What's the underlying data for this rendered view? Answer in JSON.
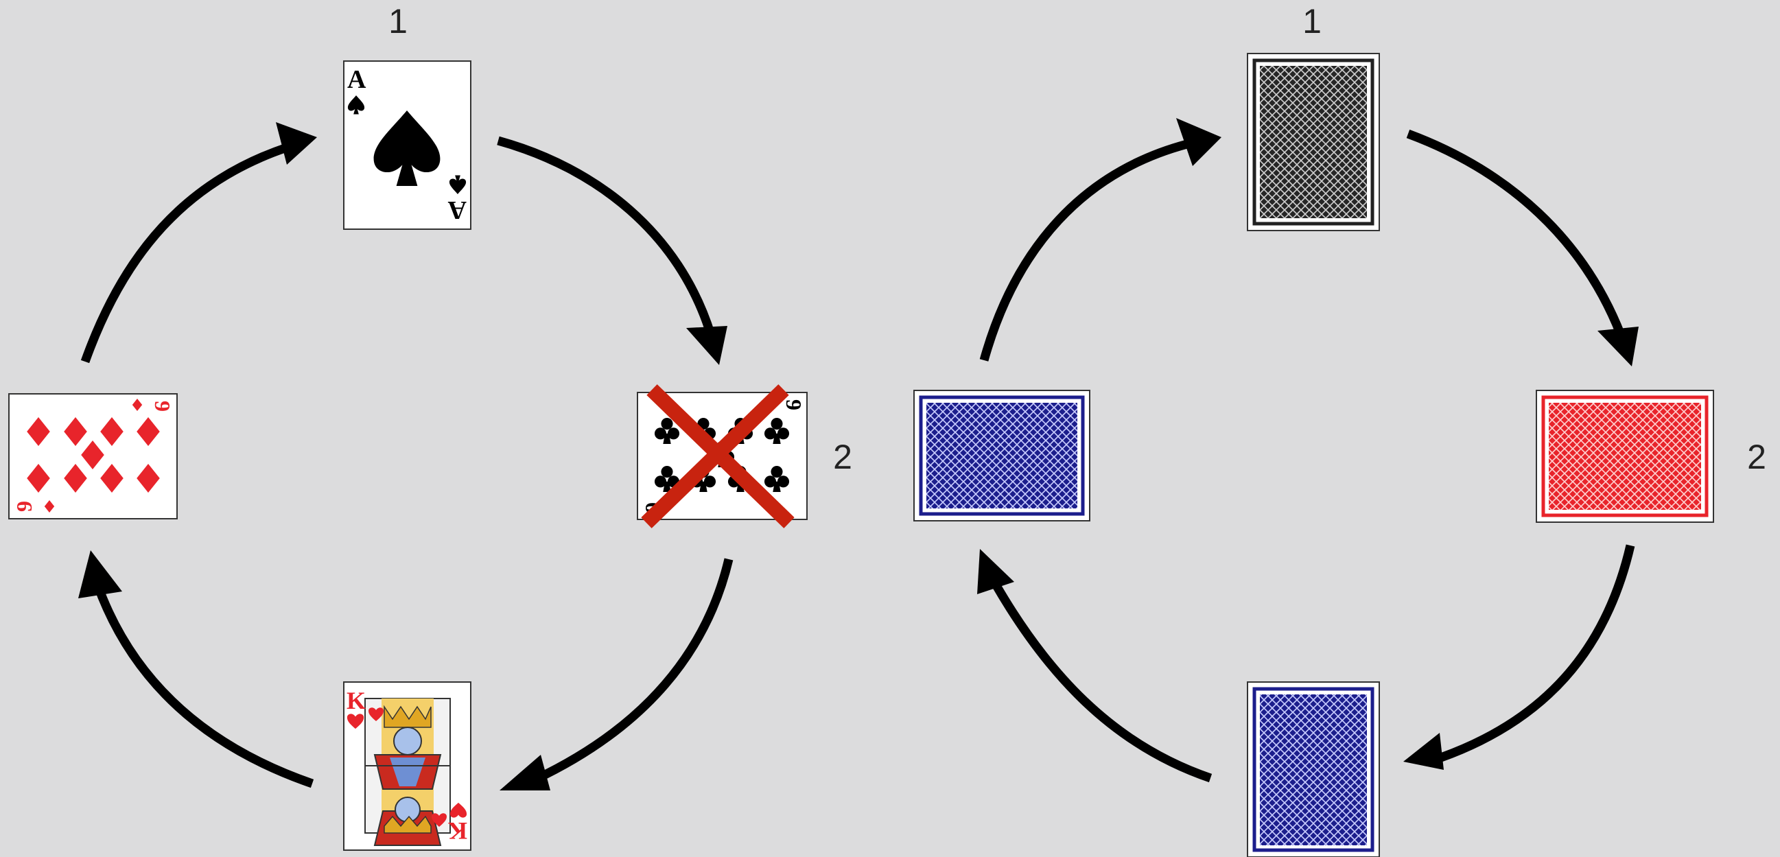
{
  "left_cycle": {
    "position_labels": {
      "first": "1",
      "second": "2"
    },
    "cards": [
      {
        "role": "top",
        "rank": "A",
        "suit": "spades",
        "color": "#000000"
      },
      {
        "role": "right",
        "rank": "9",
        "suit": "clubs",
        "color": "#000000",
        "crossed_out": true
      },
      {
        "role": "bottom",
        "rank": "K",
        "suit": "hearts",
        "color": "#e8242b"
      },
      {
        "role": "left",
        "rank": "9",
        "suit": "diamonds",
        "color": "#e8242b"
      }
    ]
  },
  "right_cycle": {
    "position_labels": {
      "first": "1",
      "second": "2"
    },
    "card_backs": [
      {
        "role": "top",
        "back_color": "black"
      },
      {
        "role": "right",
        "back_color": "red"
      },
      {
        "role": "bottom",
        "back_color": "blue"
      },
      {
        "role": "left",
        "back_color": "blue"
      }
    ]
  },
  "colors": {
    "background": "#dcdcdd",
    "arrow": "#000000",
    "cross": "#c8230f",
    "back_black": "#222222",
    "back_red": "#e8242b",
    "back_blue": "#1c1e8c"
  }
}
